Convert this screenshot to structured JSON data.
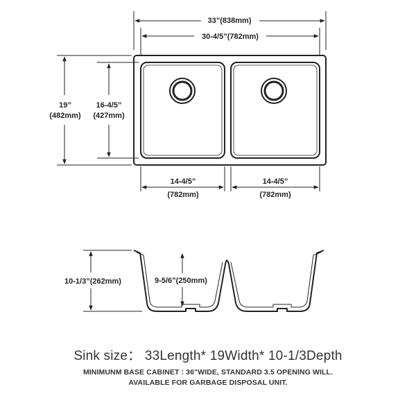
{
  "dimensions": {
    "overall_width": "33”(838mm)",
    "inner_width": "30-4/5”(782mm)",
    "overall_depth_in": "19”",
    "overall_depth_mm": "(482mm)",
    "bowl_depth_in": "16-4/5”",
    "bowl_depth_mm": "(427mm)",
    "left_bowl_width_in": "14-4/5”",
    "left_bowl_width_mm": "(782mm)",
    "right_bowl_width_in": "14-4/5”",
    "right_bowl_width_mm": "(782mm)",
    "total_height": "10-1/3”(262mm)",
    "bowl_height": "9-5/6”(250mm)"
  },
  "caption": {
    "sink_size": "Sink size： 33Length* 19Width* 10-1/3Depth",
    "note_line1": "MINIMUNM BASE CABINET : 36\"WIDE,    STANDARD 3.5 OPENING WILL.",
    "note_line2": "AVAILABLE FOR GARBAGE DISPOSAL UNIT."
  },
  "colors": {
    "line": "#222222",
    "background": "#ffffff"
  }
}
